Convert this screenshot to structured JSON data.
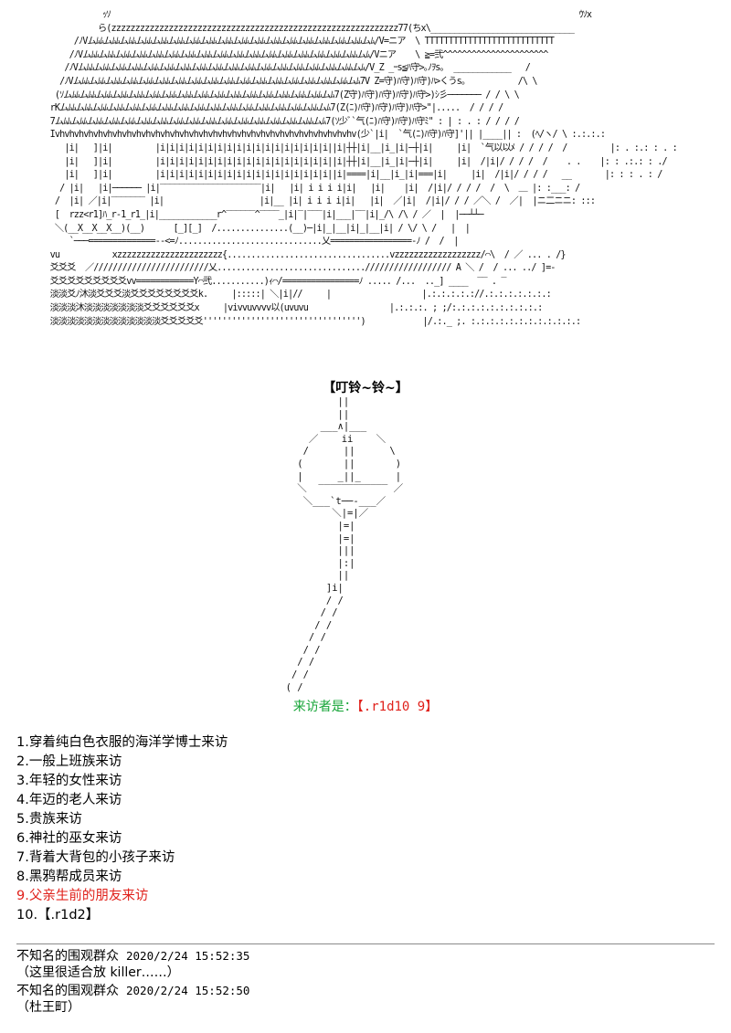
{
  "ascii_art_scene": "                  ｯｿ                                                                                                  ｳｿx\n                 ら(zzzzzzzzzzzzzzzzzzzzzzzzzzzzzzzzzzzzzzzzzzzzzzzzzzzzzzzzzzzz77(ちx\\______________________________\n            /ﾉVムﾑﾑムﾑﾑムﾑﾑムﾑﾑムﾑﾑムﾑﾑムﾑﾑムﾑﾑムﾑﾑムﾑﾑムﾑﾑムﾑﾑムﾑﾑムﾑﾑムﾑﾑムﾑﾑムﾑﾑムﾑ/V=ニア  \\ TTTTTTTTTTTTTTTTTTTTTTTTTTT\n           /ﾉVムﾑﾑムﾑﾑムﾑﾑムﾑﾑムﾑﾑムﾑﾑムﾑﾑムﾑﾑムﾑﾑムﾑﾑムﾑﾑムﾑﾑムﾑﾑムﾑﾑムﾑﾑムﾑﾑムﾑﾑムﾑ/Vニア    \\ ≧=弐^^^^^^^^^^^^^^^^^^^^^^\n          /ﾉVムﾑﾑムﾑﾑムﾑﾑムﾑﾑムﾑﾑムﾑﾑムﾑﾑムﾑﾑムﾑﾑムﾑﾑムﾑﾑムﾑﾑムﾑﾑムﾑﾑムﾑﾑムﾑﾑムﾑﾑムﾑ/V_Z _ｰs≦ﾊ守>｡ﾉｦs｡  ____________   /\n         /ﾉVムﾑﾑムﾑﾑムﾑﾑムﾑﾑムﾑﾑムﾑﾑムﾑﾑムﾑﾑムﾑﾑムﾑﾑムﾑﾑムﾑﾑムﾑﾑムﾑﾑムﾑﾑムﾑﾑムﾑﾑムﾑ7V Z=守)ﾊ守)ﾊ守)ﾊ>くうs｡           /\\ \\\n        (ｿムﾑﾑムﾑﾑムﾑﾑムﾑﾑムﾑﾑムﾑﾑムﾑﾑムﾑﾑムﾑﾑムﾑﾑムﾑﾑムﾑﾑムﾑﾑムﾑﾑムﾑﾑムﾑﾑムﾑ7(Z守)ﾊ守)ﾊ守)ﾊ守)ﾊ守>)ｼ彡─────── / / \\ \\\n       rKムﾑﾑムﾑﾑムﾑﾑムﾑﾑムﾑﾑムﾑﾑムﾑﾑムﾑﾑムﾑﾑムﾑﾑムﾑﾑムﾑﾑムﾑﾑムﾑﾑムﾑﾑムﾑﾑムﾑ7(Z(ﾆ)ﾊ守)ﾊ守)ﾊ守)ﾊ守>\"|.....  / / / /\n       7ムﾑﾑムﾑﾑムﾑﾑムﾑﾑムﾑﾑムﾑﾑムﾑﾑムﾑﾑムﾑﾑムﾑﾑムﾑﾑムﾑﾑムﾑﾑムﾑﾑムﾑﾑムﾑﾑムﾑ7(ｿ少ﾞ`气(ﾆ)ﾊ守)ﾊ守)ﾊ守ﾐ\" : | : . : / / / /\n       Ivhvhvhvhvhvhvhvhvhvhvhvhvhvhvhvhvhvhvhvhvhvhvhvhvhvhvhvhvhvhvhv(少`|i|  `气(ﾆ)ﾊ守)ﾊ守]'|| |____|| :  (ﾍ/ヽ/ \\ :.:.:.:\n          |i|   ]|i|         |i|i|i|i|i|i|i|i|i|i|i|i|i|i|i|i|i|i||i|┼┼|i|__|i_|i|─┼|i|     |i|  `气以以ﾒ / / / /  /         |: . :.: : . :\n          |i|   ]|i|         |i|i|i|i|i|i|i|i|i|i|i|i|i|i|i|i|i|i||i|┼┼|i|__|i_|i|─┼|i|     |i|  /|i|/ / / /  /    . .    |: : .:.: : ./\n          |i|   ]|i|         |i|i|i|i|i|i|i|i|i|i|i|i|i|i|i|i|i|i||i|====|i|__|i_|i|===|i|     |i|  /|i|/ / / /   __       |: : : . : /\n         / |i|   |i|────── |i|‾‾‾‾‾‾‾‾‾‾‾‾‾‾‾‾‾‾‾‾‾|i|   |i| i i i i|i|   |i|    |i|  /|i|/ / / /  /  \\  ＿ |: :___: /\n        /  |i| ／|i|‾‾‾‾‾‾‾ |i|                    |i|__ |i| i i i i|i|   |i|  ／|i|  /|i|/ / / ／＼ /  ／|  |ニ二ニニ: :::\n        [  rzz<r1]ﾊ_r-1_r1_|i|____________r^‾‾‾‾‾‾^‾‾‾‾_|i|‾|‾‾‾|i|___|‾‾|i|_/\\ /\\ / ／  |  |──┴┴─\n        ＼(__X__X__X__)(__)      [_][_]  /...............(__)─|i|_|__|i|_|__|i| / \\/ \\ /   |  |\n           `───==============--<=ﾉ..............................乂=================-ﾉ /  /  |\n       vu           xzzzzzzzzzzzzzzzzzzzzzz{..................................vzzzzzzzzzzzzzzzzzz/⌒\\  / ／ ... . /}\n       爻爻爻  ／////////////////////////乂...............................////////////////// A ＼ /  / ... ../ ]=-\n       爻爻爻爻爻爻爻爻爻vv============Y⌒弐...........)ｨ⌒/================ﾉ ..... /...  .._] ____  ‾‾ . ‾\n       淡淡爻ﾉ沐淡爻爻爻淡爻爻爻爻爻爻爻爻k.     |:::::| ＼|i|//     |                   |.:.:.:.:.://.:.:.:.:.:.:.:\n       淡淡淡沐淡淡淡淡淡淡淡爻爻爻爻爻爻x     |vivvuvvvv以(uvuvu                 |.:.:.:. ; ;/:.:.:.:.:.:.:.:.:.:\n       淡淡淡淡淡淡淡淡淡淡淡淡淡爻爻爻爻爻''''''''''''''''''''''''''''''''')            |/.:._ ;. :.:.:.:.:.:.:.:.:.:.:.:\n",
  "bell": {
    "title": "【叮铃~铃~】",
    "ascii_art": "           ||\n           ||\n        ___∧|___\n      ／    ii    ＼\n     /      ||      \\\n    (       ||       )\n    |      _||_      |\n    ＼  ‾‾‾‾‾‾‾‾‾‾‾‾ ／\n     ＼___`t──‐___／\n          ＼|=|／\n           |=|\n           |=|\n           |||\n           |:|\n           ||\n         ]i|\n         / /\n        / /\n       / /\n      / /\n     / /\n    / /\n   / /\n  ( /\n   \\/"
  },
  "visitor": {
    "label": "来访者是：",
    "value": "【.r1d10 9】"
  },
  "options": [
    "1.穿着纯白色衣服的海洋学博士来访",
    "2.一般上班族来访",
    "3.年轻的女性来访",
    "4.年迈的老人来访",
    "5.贵族来访",
    "6.神社的巫女来访",
    "7.背着大背包的小孩子来访",
    "8.黑鸦帮成员来访",
    "9.父亲生前的朋友来访",
    "10.【.r1d2】"
  ],
  "highlight_index": 8,
  "colors": {
    "visitor_label": "#17a538",
    "highlight": "#e0211b",
    "divider": "#8a8a8a"
  },
  "comments": [
    {
      "author": "不知名的围观群众",
      "timestamp": "2020/2/24 15:52:35",
      "text": "（这里很适合放 killer……）"
    },
    {
      "author": "不知名的围观群众",
      "timestamp": "2020/2/24 15:52:50",
      "text": "（杜王町）"
    }
  ]
}
